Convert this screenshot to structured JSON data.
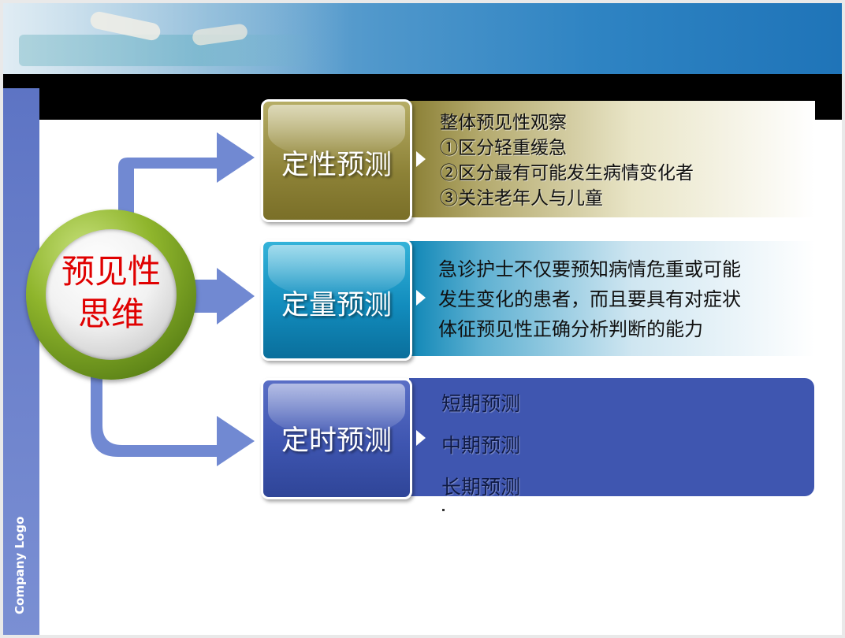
{
  "center": {
    "line1": "预见性",
    "line2": "思维"
  },
  "branches": [
    {
      "title": "定性预测",
      "lines": [
        "整体预见性观察",
        "①区分轻重缓急",
        "②区分最有可能发生病情变化者",
        "③关注老年人与儿童"
      ]
    },
    {
      "title": "定量预测",
      "lines": [
        "急诊护士不仅要预知病情危重或可能",
        "发生变化的患者，而且要具有对症状",
        "体征预见性正确分析判断的能力"
      ]
    },
    {
      "title": "定时预测",
      "lines": [
        "短期预测",
        "中期预测",
        "长期预测"
      ]
    }
  ],
  "footer": {
    "logo": "Company Logo"
  },
  "colors": {
    "qualitative": "#8d8237",
    "quantitative": "#128cbd",
    "timed": "#3e55b0",
    "center_text": "#e00000",
    "arrow": "#6f8ad3"
  },
  "icons": [
    "arrow-right-icon"
  ]
}
